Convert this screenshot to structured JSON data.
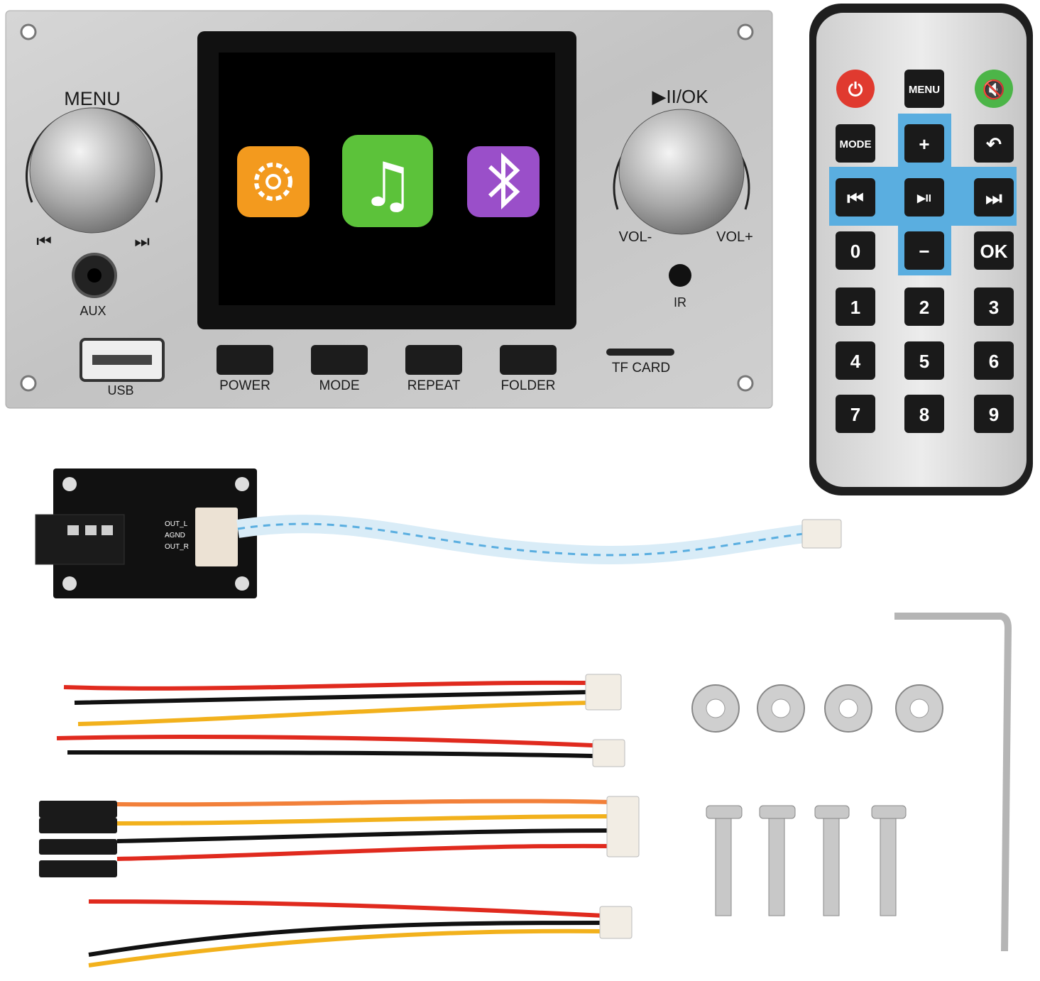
{
  "panel": {
    "knob_left_label": "MENU",
    "knob_right_label": "▶II/OK",
    "prev_label": "⏮",
    "next_label": "⏭",
    "vol_minus_label": "VOL-",
    "vol_plus_label": "VOL+",
    "aux_label": "AUX",
    "ir_label": "IR",
    "usb_label": "USB",
    "tf_label": "TF CARD",
    "buttons": [
      "POWER",
      "MODE",
      "REPEAT",
      "FOLDER"
    ],
    "screen_icons": [
      "gear-icon",
      "music-note-icon",
      "bluetooth-icon"
    ],
    "colors": {
      "settings": "#f39a1e",
      "music": "#5cc23a",
      "bluetooth": "#9a4fc9",
      "panel": "#c9c9c9"
    }
  },
  "remote": {
    "keys": [
      [
        "⏻",
        "MENU",
        "🔇"
      ],
      [
        "MODE",
        "+",
        "↶"
      ],
      [
        "⏮",
        "▶II",
        "⏭"
      ],
      [
        "0",
        "−",
        "OK"
      ],
      [
        "1",
        "2",
        "3"
      ],
      [
        "4",
        "5",
        "6"
      ],
      [
        "7",
        "8",
        "9"
      ]
    ],
    "colors": {
      "power": "#e03a2f",
      "mute": "#4cb548",
      "dpad": "#5aaee0"
    }
  },
  "audio_board": {
    "pins": [
      "OUT_L",
      "AGND",
      "OUT_R"
    ]
  }
}
